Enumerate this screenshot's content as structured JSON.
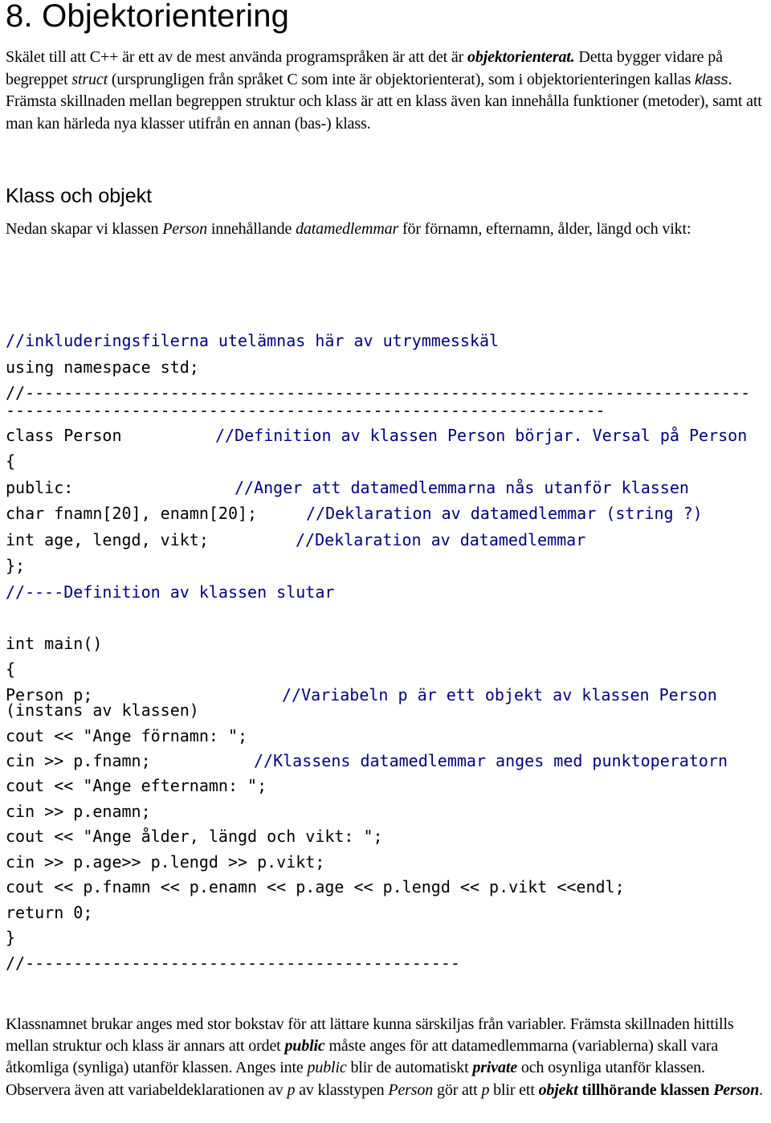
{
  "title": "8. Objektorientering",
  "intro": {
    "t1": "Skälet till att C++ är ett av de mest använda programspråken är att det är ",
    "b1": "objektorienterat.",
    "t2": " Detta bygger vidare på begreppet ",
    "i1": "struct",
    "t3": " (ursprungligen från språket C som inte är objektorienterat), som i objektorienteringen kallas ",
    "i2": "klass",
    "t4": ". Främsta skillnaden mellan begreppen struktur och klass är att en klass även kan innehålla funktioner (metoder), samt att man kan härleda nya klasser utifrån en annan (bas-) klass."
  },
  "heading2": "Klass och objekt",
  "para2": {
    "t1": "Nedan skapar vi klassen ",
    "i1": "Person",
    "t2": " innehållande ",
    "i2": "datamedlemmar",
    "t3": " för förnamn, efternamn, ålder, längd och vikt:"
  },
  "code": {
    "l1": "//inkluderingsfilerna utelämnas här av utrymmesskäl",
    "l2": "using namespace std;",
    "l3a": "//---------------------------------------------------------------------------",
    "l3b": "--------------------------------------------------------------",
    "l4": "class Person",
    "l4c": "//Definition av klassen Person börjar. Versal på Person",
    "l5": "{",
    "l6": "public:",
    "l6c": "//Anger att datamedlemmarna nås utanför klassen",
    "l7": "char fnamn[20], enamn[20];",
    "l7c": "//Deklaration av datamedlemmar (string ?)",
    "l8": "int age, lengd, vikt;",
    "l8c": "//Deklaration av datamedlemmar",
    "l9": "};",
    "l10": "//----Definition av klassen slutar",
    "l11": "int main()",
    "l12": "{",
    "l13": "Person p;",
    "l13c": "//Variabeln p är ett objekt av klassen Person",
    "l13d": "(instans av klassen)",
    "l14": "cout << \"Ange förnamn: \";",
    "l15": "cin >> p.fnamn;",
    "l15c": "//Klassens datamedlemmar anges med punktoperatorn",
    "l16": "cout << \"Ange efternamn: \";",
    "l17": "cin >> p.enamn;",
    "l18": "cout << \"Ange ålder, längd och vikt: \";",
    "l19": "cin >> p.age>> p.lengd >> p.vikt;",
    "l20": "cout << p.fnamn << p.enamn << p.age << p.lengd << p.vikt <<endl;",
    "l21": "return 0;",
    "l22": "}",
    "l23": "//---------------------------------------------"
  },
  "para3": {
    "t1": "Klassnamnet brukar anges med stor bokstav för att lättare kunna särskiljas från variabler. Främsta skillnaden hittills mellan struktur och klass är annars att ordet ",
    "bi1": "public",
    "t2": " måste anges för att datamedlemmarna (variablerna) skall vara åtkomliga (synliga) utanför klassen. Anges inte ",
    "i1": "public",
    "t3": " blir de automatiskt ",
    "bi2": "private",
    "t4": " och osynliga utanför klassen. Observera även att variabeldeklarationen av ",
    "i2": "p",
    "t5": " av klasstypen ",
    "i3": "Person",
    "t6": " gör att ",
    "i4": "p",
    "t7": " blir ett ",
    "bi3": "objekt",
    "b1": " tillhörande klassen ",
    "bi4": "Person",
    "t8": "."
  }
}
